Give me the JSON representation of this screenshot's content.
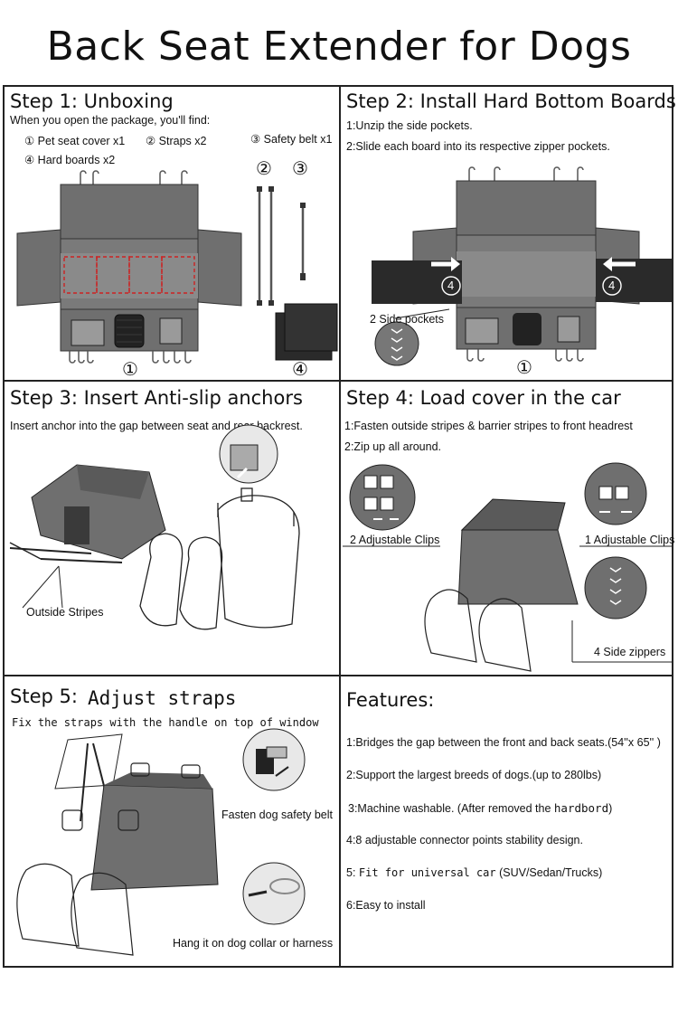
{
  "title": "Back Seat Extender for Dogs",
  "step1": {
    "heading": "Step 1: Unboxing",
    "intro": "When you open the package, you'll find:",
    "item1": "① Pet seat cover x1",
    "item2": "② Straps x2",
    "item3": "③ Safety belt x1",
    "item4": "④ Hard boards x2",
    "num2": "②",
    "num3": "③",
    "num1": "①",
    "num4": "④"
  },
  "step2": {
    "heading": "Step 2: Install Hard Bottom Boards",
    "line1": "1:Unzip the side pockets.",
    "line2": "2:Slide each board into its respective zipper pockets.",
    "pockets": "2 Side pockets",
    "num4a": "4",
    "num4b": "4",
    "num1": "①"
  },
  "step3": {
    "heading": "Step 3: Insert  Anti-slip  anchors",
    "line1": "Insert anchor into the gap between seat and rear backrest.",
    "stripes": "Outside Stripes"
  },
  "step4": {
    "heading": "Step 4: Load cover  in the car",
    "line1": "1:Fasten outside stripes & barrier stripes to front headrest",
    "line2": "2:Zip up all around.",
    "clips2": "2 Adjustable Clips",
    "clips1": "1 Adjustable Clips",
    "zippers": "4 Side zippers"
  },
  "step5": {
    "heading": "Step 5:",
    "heading2": "Adjust straps",
    "line1": "Fix the straps with the handle on top of window",
    "belt": "Fasten dog safety belt",
    "hang": "Hang it on dog collar or harness"
  },
  "features": {
    "heading": "Features:",
    "f1": "1:Bridges the gap between the front and back seats.(54''x 65'' )",
    "f2": "2:Support the largest breeds of dogs.(up to 280lbs)",
    "f3a": "3:Machine washable. (After removed the ",
    "f3b": "hardbord",
    "f3c": ")",
    "f4": "4:8 adjustable connector points stability design.",
    "f5a": "5: ",
    "f5b": "Fit for universal car",
    "f5c": " (SUV/Sedan/Trucks)",
    "f6": "6:Easy to install"
  },
  "colors": {
    "cover_gray": "#6f6f6f",
    "border": "#222222",
    "dash_red": "#cc2222"
  }
}
